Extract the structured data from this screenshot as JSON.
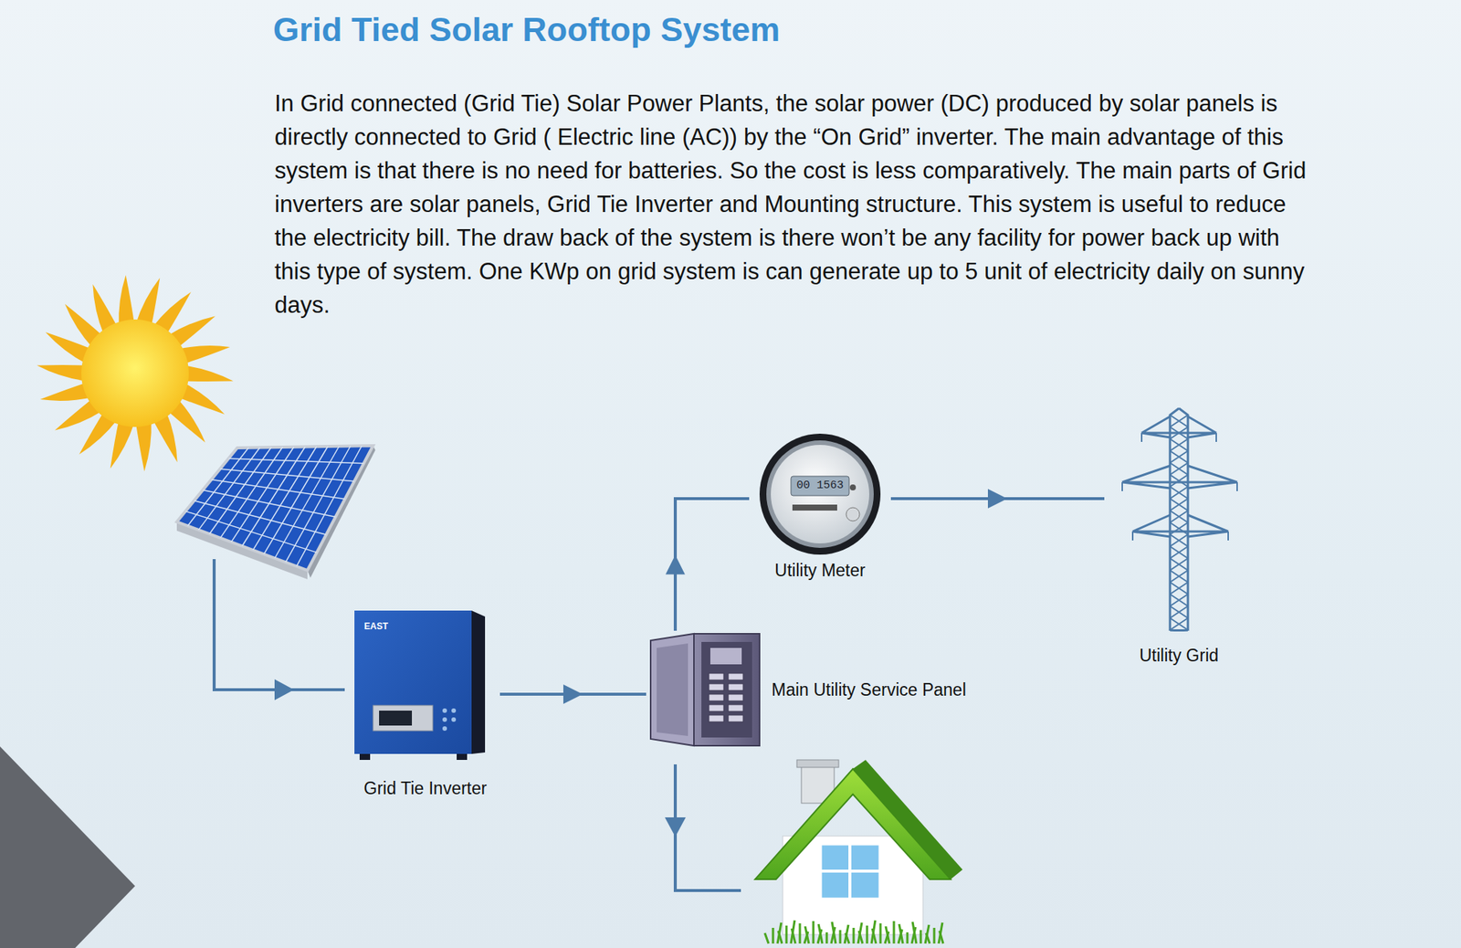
{
  "diagram": {
    "title": "Grid Tied Solar Rooftop System",
    "nodes": [
      {
        "text": [
          "Grid Tie Inverter"
        ]
      },
      {
        "text": [
          "Main Utility Service Panel"
        ]
      },
      {
        "text": [
          "Utility Meter"
        ]
      },
      {
        "text": [
          "Utility Grid"
        ]
      }
    ],
    "edges": [
      {
        "from": 0,
        "to": 1,
        "arrow": "to"
      },
      {
        "from": 1,
        "to": 2,
        "arrow": "to"
      },
      {
        "from": 2,
        "to": 3,
        "arrow": "to"
      }
    ],
    "labels": [
      "In Grid connected (Grid Tie) Solar Power Plants, the solar power (DC) produced by solar panels is directly connected to Grid ( Electric line (AC)) by the “On Grid” inverter. The main advantage of this system is that there is no need for batteries. So the cost is less comparatively. The main parts of Grid inverters are solar panels, Grid Tie Inverter and Mounting structure. This system is useful to reduce the electricity bill. The draw back of the system is there won’t be any facility for power back up with this type of system. One KWp on grid system is can generate up to 5 unit of electricity daily on sunny days.",
      "EAST",
      "00 1563"
    ]
  }
}
